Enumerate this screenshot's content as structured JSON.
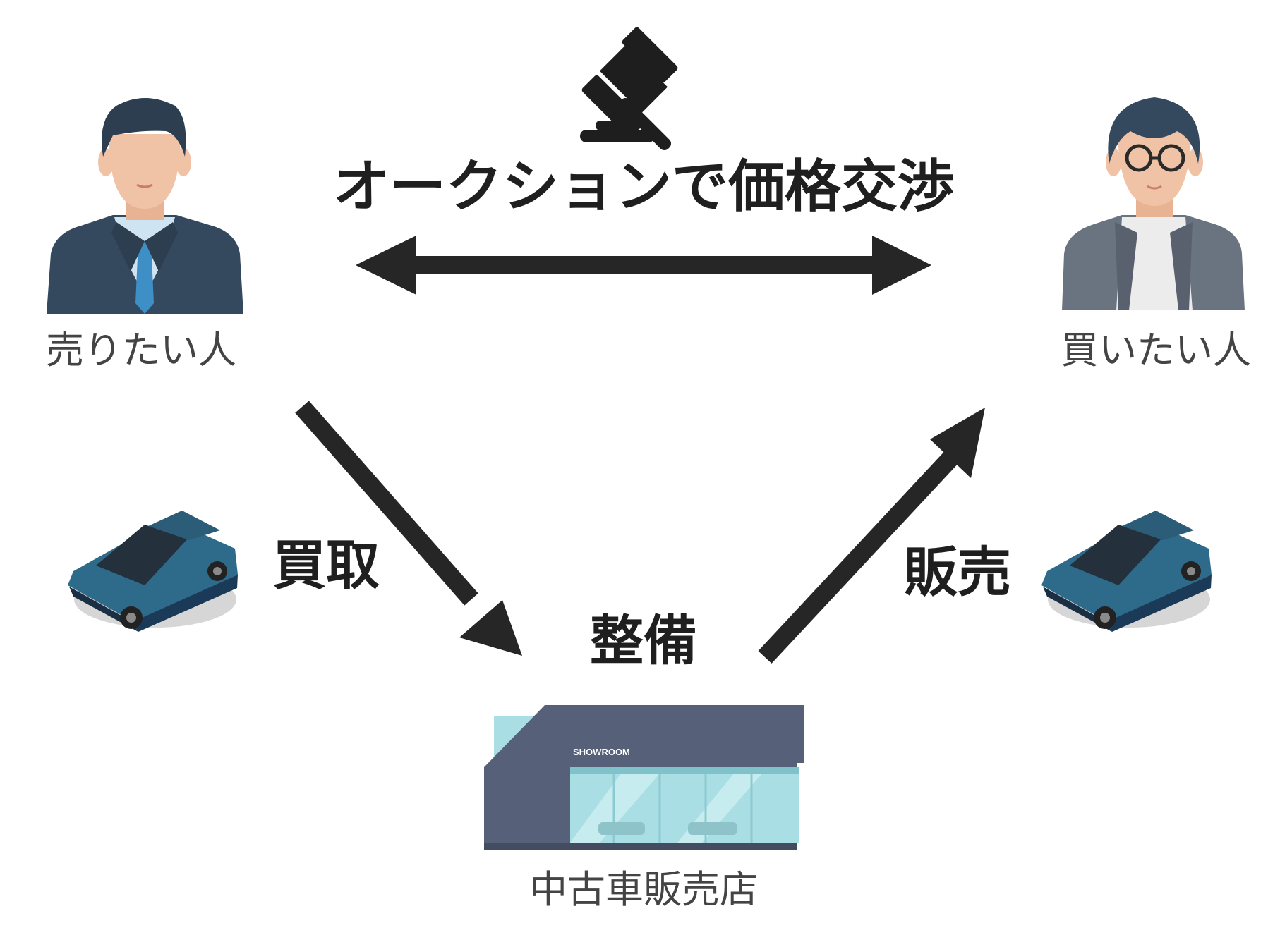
{
  "auction_label": "オークションで価格交渉",
  "seller": {
    "label": "売りたい人",
    "icon": "businessman-icon"
  },
  "buyer": {
    "label": "買いたい人",
    "icon": "man-with-glasses-icon"
  },
  "flows": {
    "purchase_label": "買取",
    "sale_label": "販売",
    "maintenance_label": "整備"
  },
  "dealer": {
    "label": "中古車販売店",
    "sign": "SHOWROOM",
    "icon": "showroom-building-icon"
  },
  "icons": {
    "auction": "gavel-icon",
    "car": "car-icon"
  },
  "colors": {
    "arrow": "#262626",
    "suit_dark": "#34495e",
    "suit_gray": "#6a7481",
    "skin": "#f0c2a6",
    "hair": "#2c3e50",
    "car": "#2e6a8a",
    "building": "#566179",
    "glass": "#a9dfe4"
  }
}
